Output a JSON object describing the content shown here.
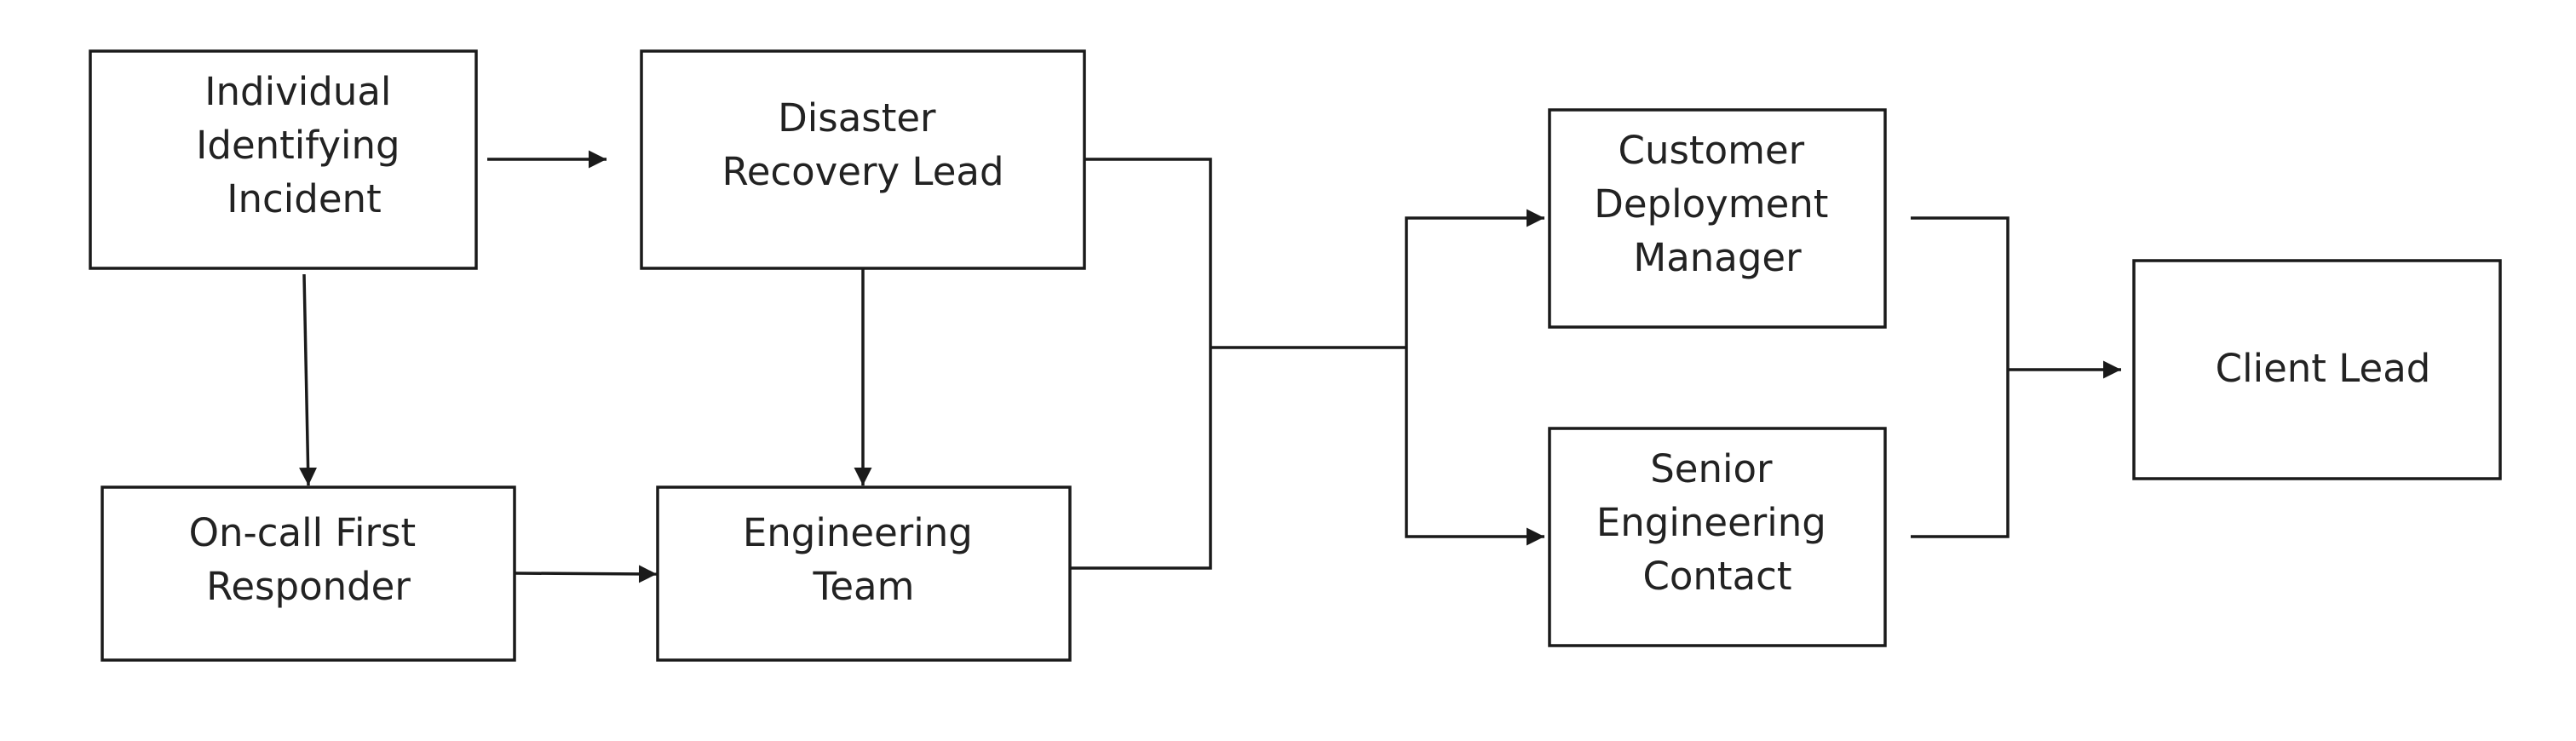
{
  "nodes": {
    "individual": {
      "lines": [
        "Individual",
        "Identifying",
        "Incident"
      ]
    },
    "disaster_lead": {
      "lines": [
        "Disaster",
        "Recovery Lead"
      ]
    },
    "first_responder": {
      "lines": [
        "On-call First",
        "Responder"
      ]
    },
    "engineering_team": {
      "lines": [
        "Engineering",
        "Team"
      ]
    },
    "deployment_manager": {
      "lines": [
        "Customer",
        "Deployment",
        "Manager"
      ]
    },
    "senior_contact": {
      "lines": [
        "Senior",
        "Engineering",
        "Contact"
      ]
    },
    "client_lead": {
      "lines": [
        "Client Lead"
      ]
    }
  },
  "style": {
    "line_color": "#1a1a1a",
    "text_color": "#222222",
    "background": "#ffffff"
  }
}
